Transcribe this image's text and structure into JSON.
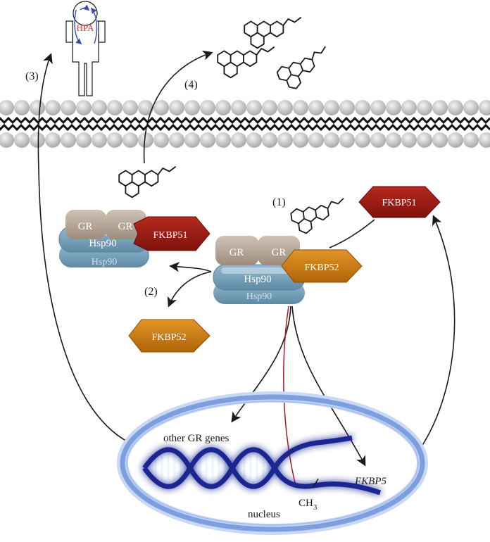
{
  "labels": {
    "hpa": "HPA",
    "step1": "(1)",
    "step2": "(2)",
    "step3": "(3)",
    "step4": "(4)",
    "gr": "GR",
    "hsp90": "Hsp90",
    "fkbp51": "FKBP51",
    "fkbp52": "FKBP52",
    "other_genes": "other GR genes",
    "fkbp5": "FKBP5",
    "ch3": "CH",
    "ch3_sub": "3",
    "nucleus": "nucleus"
  },
  "colors": {
    "gr": "#b3a394",
    "hsp90": "#6f9ab4",
    "fkbp51": "#9c1d14",
    "fkbp52": "#c9780f",
    "membrane_head": "#bdbdbd",
    "nucleus_ring": "#7d9fe0",
    "dna": "#1e2891",
    "hpa_text": "#e0322d",
    "hpa_arrows": "#3a4cb8",
    "inhibition": "#b01820"
  },
  "icons": {
    "steroid": "steroid-molecule-icon",
    "body": "human-body-icon",
    "dna": "dna-double-helix-icon"
  }
}
